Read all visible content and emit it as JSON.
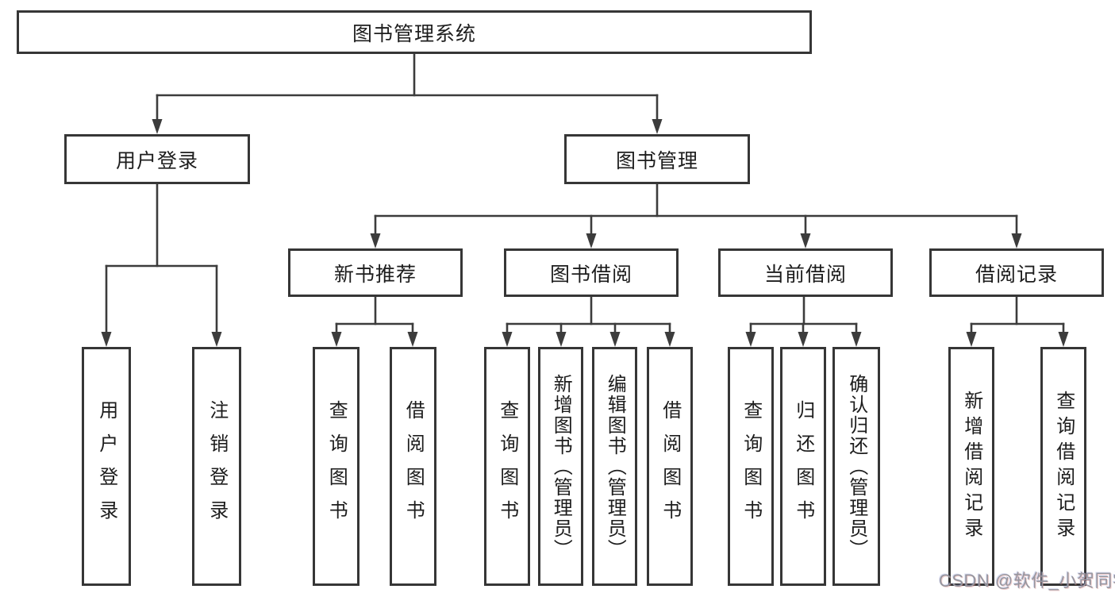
{
  "diagram": {
    "title": "图书管理系统",
    "root": {
      "label": "图书管理系统"
    },
    "level2": [
      {
        "label": "用户登录"
      },
      {
        "label": "图书管理"
      }
    ],
    "level3": [
      {
        "label": "新书推荐",
        "parent": "图书管理"
      },
      {
        "label": "图书借阅",
        "parent": "图书管理"
      },
      {
        "label": "当前借阅",
        "parent": "图书管理"
      },
      {
        "label": "借阅记录",
        "parent": "图书管理"
      }
    ],
    "leaves": [
      {
        "label": "用户登录",
        "parent": "用户登录"
      },
      {
        "label": "注销登录",
        "parent": "用户登录"
      },
      {
        "label": "查询图书",
        "parent": "新书推荐"
      },
      {
        "label": "借阅图书",
        "parent": "新书推荐"
      },
      {
        "label": "查询图书",
        "parent": "图书借阅"
      },
      {
        "label": "新增图书（管理员）",
        "parent": "图书借阅"
      },
      {
        "label": "编辑图书（管理员）",
        "parent": "图书借阅"
      },
      {
        "label": "借阅图书",
        "parent": "图书借阅"
      },
      {
        "label": "查询图书",
        "parent": "当前借阅"
      },
      {
        "label": "归还图书",
        "parent": "当前借阅"
      },
      {
        "label": "确认归还（管理员）",
        "parent": "当前借阅"
      },
      {
        "label": "新增借阅记录",
        "parent": "借阅记录"
      },
      {
        "label": "查询借阅记录",
        "parent": "借阅记录"
      }
    ]
  },
  "watermark": {
    "text": "CSDN @软件_小贺同学"
  },
  "colors": {
    "line": "#3c3c3c",
    "border": "#363636",
    "text": "#1d1d1d",
    "background": "#ffffff",
    "watermark": "#96969e"
  }
}
